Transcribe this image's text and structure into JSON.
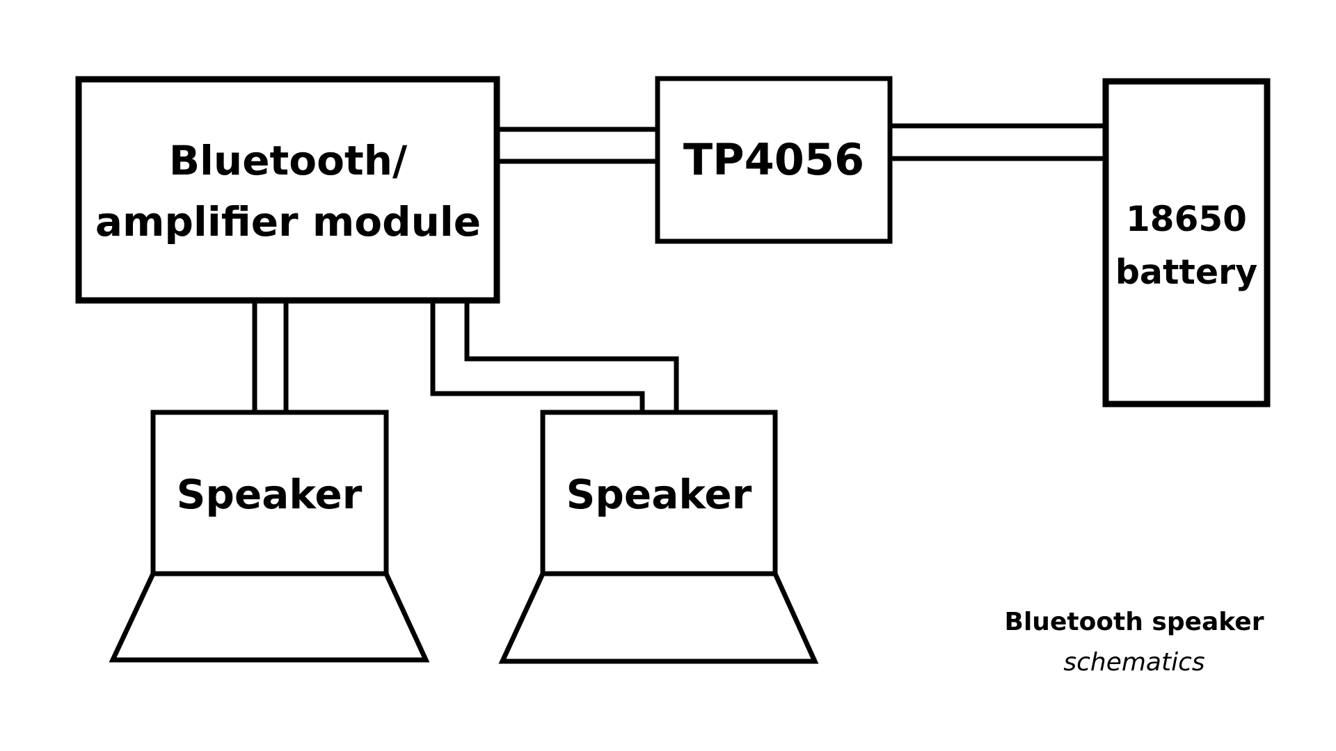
{
  "diagram": {
    "type": "block-schematic",
    "stroke_color": "#000000",
    "background": "#ffffff",
    "blocks": {
      "bt_module": {
        "line1": "Bluetooth/",
        "line2": "amplifier module"
      },
      "charger": {
        "label": "TP4056"
      },
      "battery": {
        "line1": "18650",
        "line2": "battery"
      },
      "speaker_left": {
        "label": "Speaker"
      },
      "speaker_right": {
        "label": "Speaker"
      }
    },
    "connections": [
      {
        "from": "bt_module",
        "to": "charger",
        "wires": 2
      },
      {
        "from": "charger",
        "to": "battery",
        "wires": 2
      },
      {
        "from": "bt_module",
        "to": "speaker_left",
        "wires": 2
      },
      {
        "from": "bt_module",
        "to": "speaker_right",
        "wires": 2
      }
    ],
    "caption": {
      "title": "Bluetooth speaker",
      "subtitle": "schematics"
    }
  }
}
